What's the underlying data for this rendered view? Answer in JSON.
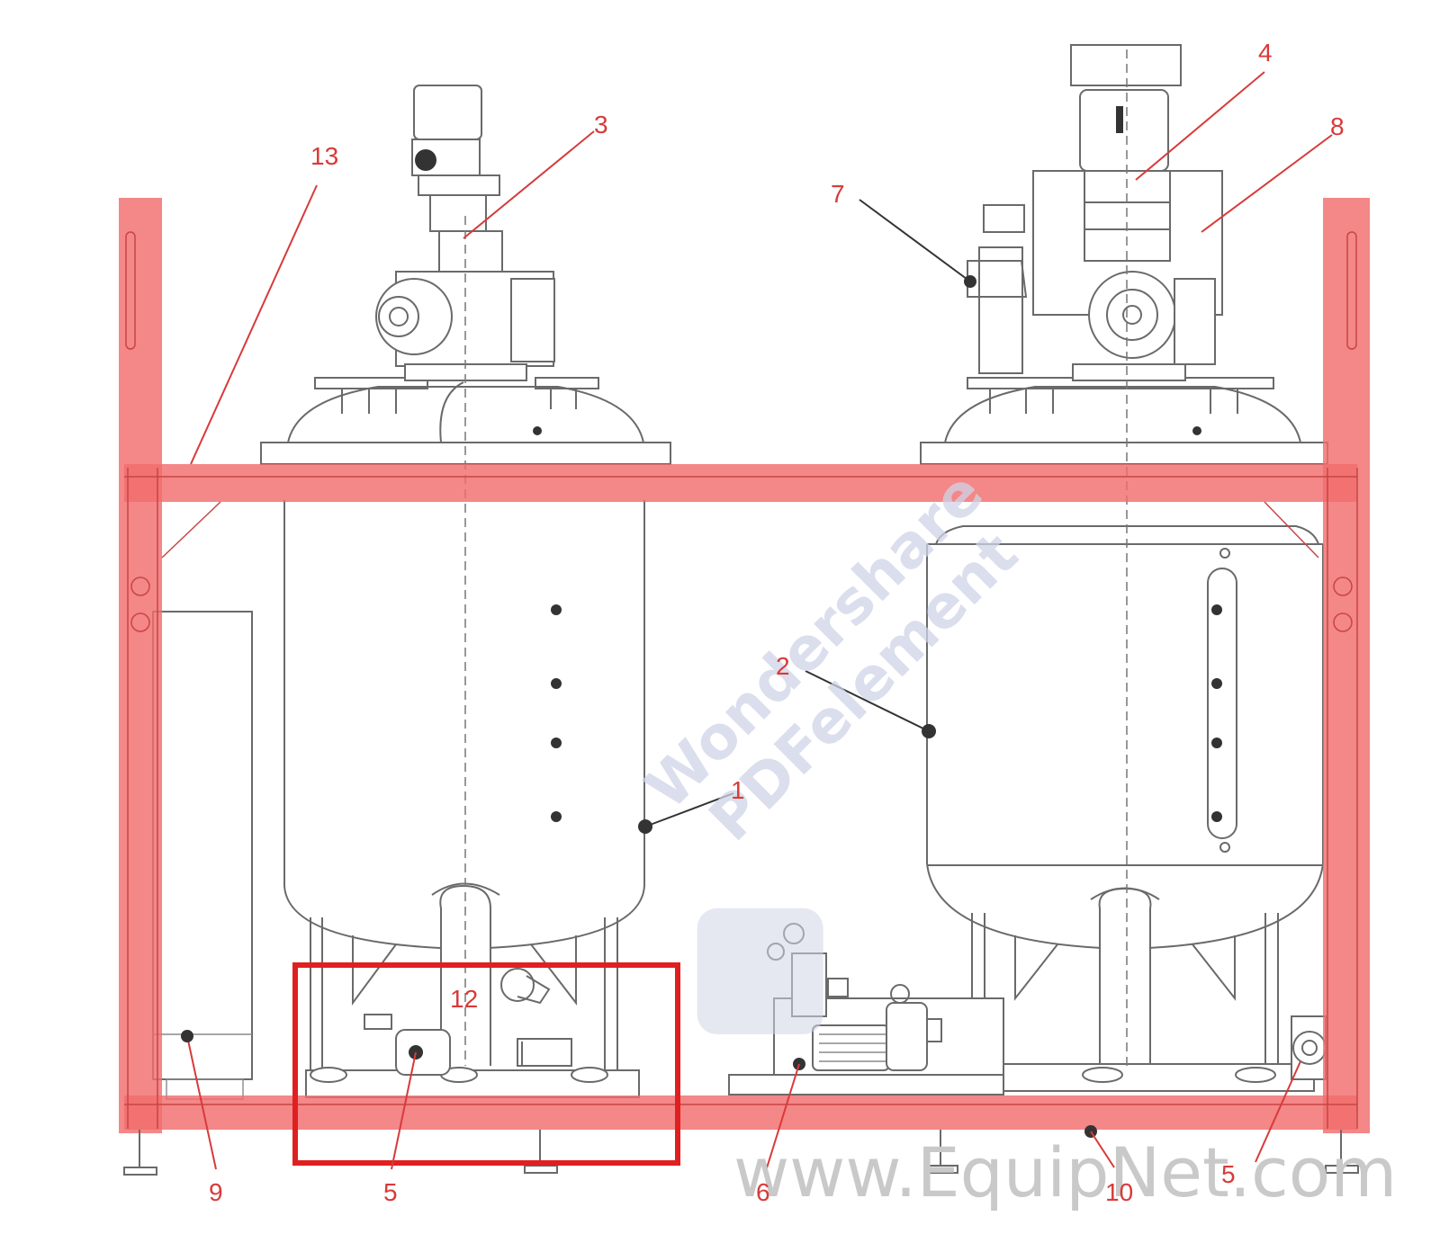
{
  "callouts": [
    {
      "id": "1",
      "text": "1"
    },
    {
      "id": "2",
      "text": "2"
    },
    {
      "id": "3",
      "text": "3"
    },
    {
      "id": "4",
      "text": "4"
    },
    {
      "id": "5a",
      "text": "5"
    },
    {
      "id": "5b",
      "text": "5"
    },
    {
      "id": "6",
      "text": "6"
    },
    {
      "id": "7",
      "text": "7"
    },
    {
      "id": "8",
      "text": "8"
    },
    {
      "id": "9",
      "text": "9"
    },
    {
      "id": "10",
      "text": "10"
    },
    {
      "id": "12",
      "text": "12"
    },
    {
      "id": "13",
      "text": "13"
    }
  ],
  "watermark": {
    "line1": "Wondershare",
    "line2": "PDFelement"
  },
  "site_watermark": "www.EquipNet.com",
  "colors": {
    "frame": "#f26d6d",
    "label": "#d83a3a",
    "highlight_box": "#e02020"
  }
}
